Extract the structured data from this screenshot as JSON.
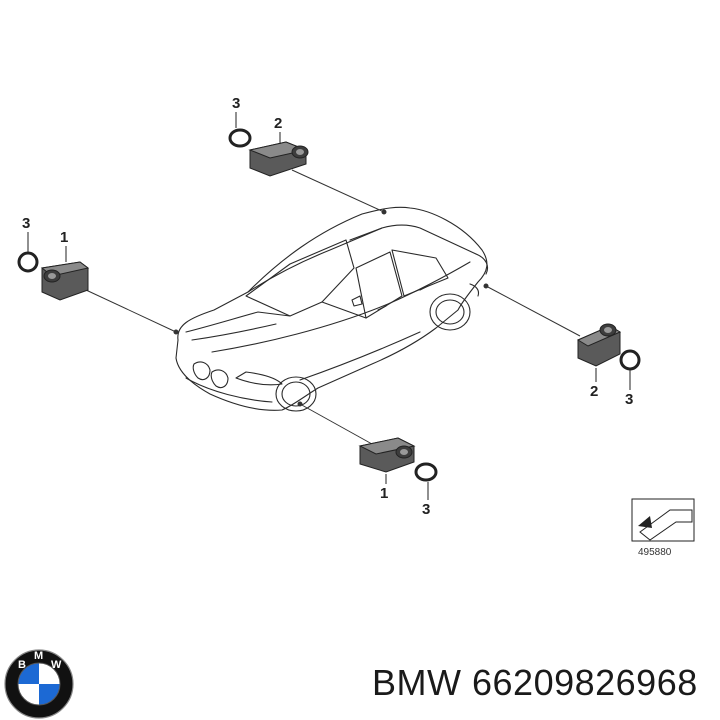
{
  "callouts": {
    "top_seal": "3",
    "top_sensor": "2",
    "left_seal": "3",
    "left_sensor": "1",
    "right_sensor": "2",
    "right_seal": "3",
    "bottom_sensor": "1",
    "bottom_seal": "3"
  },
  "diagram_number": "495880",
  "caption": {
    "brand": "BMW",
    "part_number": "66209826968"
  },
  "logo": {
    "letters": [
      "B",
      "M",
      "W"
    ],
    "colors": {
      "ring": "#111111",
      "blue": "#1c69d4",
      "white": "#ffffff"
    }
  }
}
